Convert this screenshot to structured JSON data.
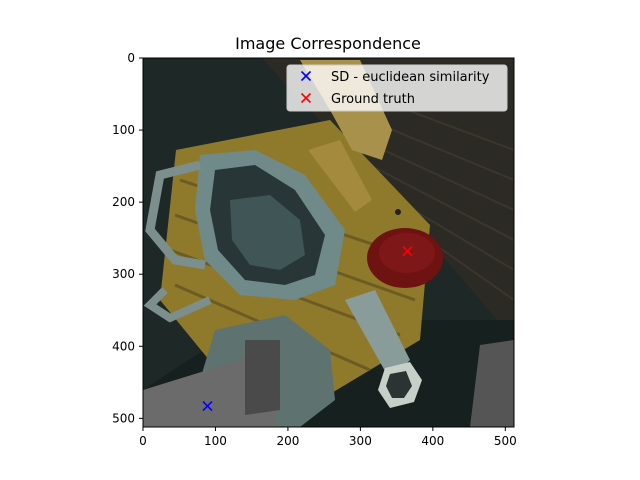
{
  "chart_data": {
    "type": "scatter",
    "title": "Image Correspondence",
    "xlabel": "",
    "ylabel": "",
    "xlim": [
      0,
      512
    ],
    "ylim": [
      512,
      0
    ],
    "x_ticks": [
      0,
      100,
      200,
      300,
      400,
      500
    ],
    "y_ticks": [
      0,
      100,
      200,
      300,
      400,
      500
    ],
    "background": "photo of a wooden board with a metal jug, pipes and a red button, seen from above",
    "legend_position": "upper right",
    "series": [
      {
        "name": "SD - euclidean similarity",
        "color": "#0000ff",
        "marker": "x",
        "points": [
          {
            "x": 89,
            "y": 483
          }
        ]
      },
      {
        "name": "Ground truth",
        "color": "#ff0000",
        "marker": "x",
        "points": [
          {
            "x": 365,
            "y": 268
          }
        ]
      }
    ]
  }
}
